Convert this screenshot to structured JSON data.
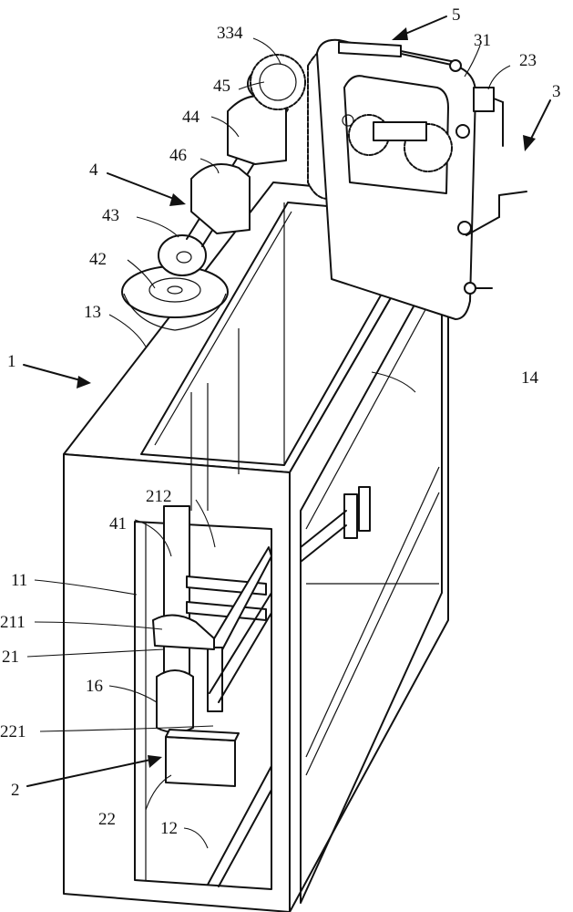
{
  "labels": {
    "l334": "334",
    "l5": "5",
    "l31": "31",
    "l23": "23",
    "l45": "45",
    "l3": "3",
    "l44": "44",
    "l46": "46",
    "l4": "4",
    "l43": "43",
    "l42": "42",
    "l13": "13",
    "l1": "1",
    "l14": "14",
    "l212": "212",
    "l41": "41",
    "l11": "11",
    "l211": "211",
    "l21": "21",
    "l16": "16",
    "l221": "221",
    "l2": "2",
    "l22": "22",
    "l12": "12"
  }
}
